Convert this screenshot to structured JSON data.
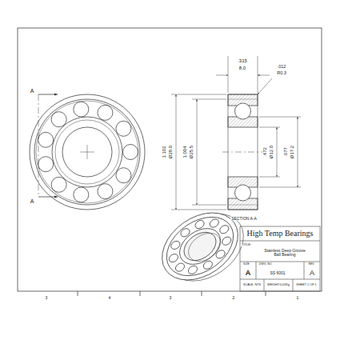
{
  "diagram": {
    "labels": [
      "A",
      "A",
      ".315",
      "8.0",
      ".012",
      "R0.3",
      "1.102",
      "Ø28.0",
      "1.004",
      "Ø25.5",
      ".472",
      "Ø12.0",
      ".677",
      "Ø17.2",
      "SECTION A-A",
      "High Temp Bearings",
      "TITLE:",
      "Stainless Deep Groove Ball Bearing",
      "SIZE",
      "DWG. NO.",
      "REV",
      "A",
      "SS 6001",
      "A",
      "SCALE: NTS",
      "WEIGHT:0.02Kg",
      "SHEET 1 OF 1",
      "3",
      "4",
      "3",
      "2",
      "1"
    ]
  }
}
